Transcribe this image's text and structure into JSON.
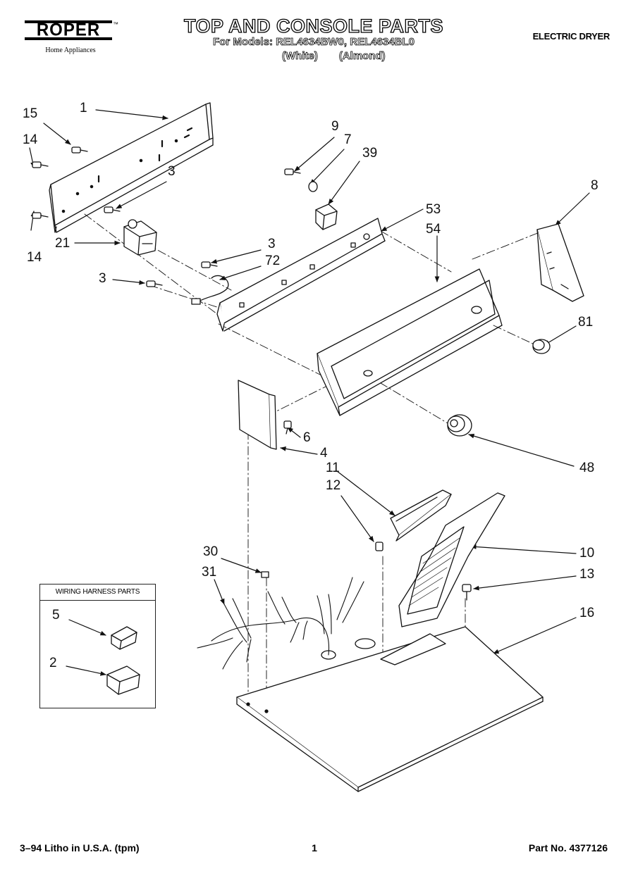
{
  "brand": {
    "name": "ROPER",
    "trademark": "™",
    "tagline": "Home Appliances"
  },
  "header": {
    "title": "TOP AND CONSOLE PARTS",
    "models_line": "For Models: REL4634BW0, REL4634BL0",
    "color_white": "(White)",
    "color_almond": "(Almond)",
    "product": "ELECTRIC DRYER"
  },
  "harness_box": {
    "title": "WIRING HARNESS PARTS"
  },
  "callouts": [
    "1",
    "15",
    "14",
    "14",
    "3",
    "21",
    "3",
    "72",
    "3",
    "9",
    "7",
    "39",
    "53",
    "54",
    "8",
    "81",
    "6",
    "4",
    "48",
    "11",
    "12",
    "10",
    "13",
    "30",
    "31",
    "16",
    "5",
    "2"
  ],
  "footer": {
    "litho": "3–94 Litho in U.S.A. (tpm)",
    "page": "1",
    "part_number": "Part No. 4377126"
  }
}
